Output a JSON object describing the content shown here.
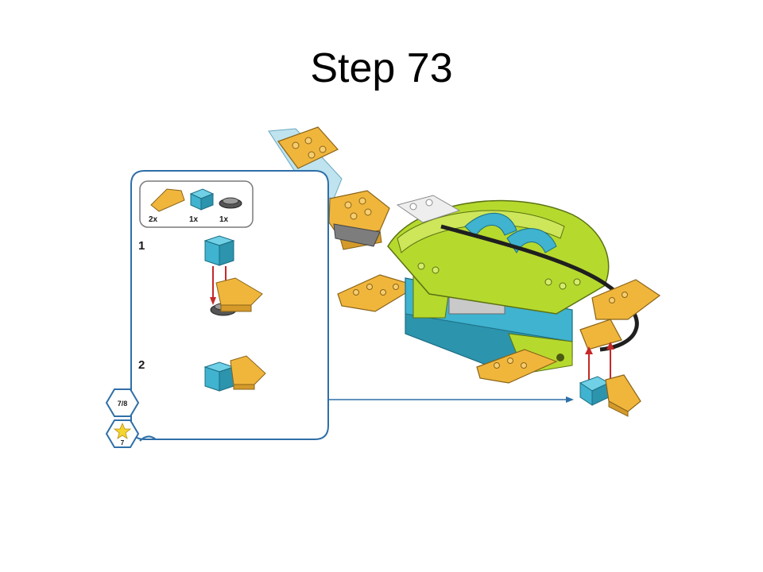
{
  "slide": {
    "title": "Step 73"
  },
  "callout": {
    "parts": [
      {
        "name": "yellow-slope-brick",
        "qty": "2x"
      },
      {
        "name": "azure-brick-1x2",
        "qty": "1x"
      },
      {
        "name": "grey-round-plate",
        "qty": "1x"
      }
    ],
    "substeps": [
      {
        "number": "1"
      },
      {
        "number": "2"
      }
    ]
  },
  "side_badges": {
    "page": "7/8",
    "model": "7"
  },
  "colors": {
    "lime": "#b6d92e",
    "azure": "#3fb3cf",
    "yellow": "#f0b63c",
    "callout_border": "#2f6fa8",
    "arrow": "#c62828"
  }
}
